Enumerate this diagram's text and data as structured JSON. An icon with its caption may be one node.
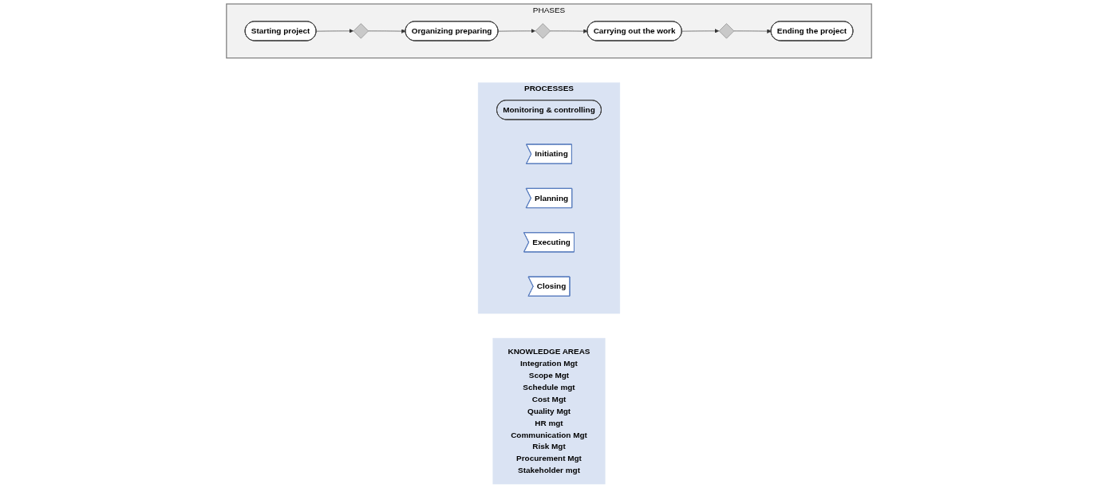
{
  "diagram": {
    "nodes": [
      {
        "text": [
          "PHASES"
        ]
      },
      {
        "text": [
          "Starting project"
        ],
        "in": 0
      },
      {
        "text": [],
        "shape": "diamond",
        "in": 0
      },
      {
        "text": [
          "Organizing preparing"
        ],
        "in": 0
      },
      {
        "text": [],
        "shape": "diamond",
        "in": 0
      },
      {
        "text": [
          "Carrying out the work"
        ],
        "in": 0
      },
      {
        "text": [],
        "shape": "diamond",
        "in": 0
      },
      {
        "text": [
          "Ending the project"
        ],
        "in": 0
      },
      {
        "text": [
          "PROCESSES"
        ]
      },
      {
        "text": [
          "Monitoring & controlling"
        ],
        "in": 8
      },
      {
        "text": [
          "Initiating"
        ],
        "in": 8
      },
      {
        "text": [
          "Planning"
        ],
        "in": 8
      },
      {
        "text": [
          "Executing"
        ],
        "in": 8
      },
      {
        "text": [
          "Closing"
        ],
        "in": 8
      },
      {
        "text": [
          "KNOWLEDGE AREAS",
          "Integration Mgt",
          "Scope Mgt",
          "Schedule mgt",
          "Cost Mgt",
          "Quality Mgt",
          "HR mgt",
          "Communication Mgt",
          "Risk Mgt",
          "Procurement Mgt",
          "Stakeholder mgt"
        ]
      }
    ],
    "edges": [
      {
        "from": 1,
        "to": 2,
        "arrow": "to"
      },
      {
        "from": 2,
        "to": 3,
        "arrow": "to"
      },
      {
        "from": 3,
        "to": 4,
        "arrow": "to"
      },
      {
        "from": 4,
        "to": 5,
        "arrow": "to"
      },
      {
        "from": 5,
        "to": 6,
        "arrow": "to"
      },
      {
        "from": 6,
        "to": 7,
        "arrow": "to"
      }
    ]
  }
}
